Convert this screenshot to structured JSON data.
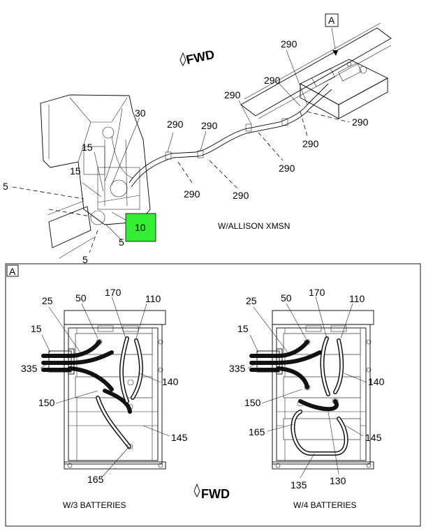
{
  "top": {
    "view_label": "A",
    "fwd": "FWD",
    "caption": "W/ALLISON XMSN",
    "callouts": [
      "290",
      "290",
      "290",
      "290",
      "290",
      "290",
      "290",
      "290",
      "290",
      "290",
      "30",
      "15",
      "15",
      "5",
      "5",
      "5",
      "10"
    ],
    "highlight_callout": "10",
    "highlight_color": "#33ee33"
  },
  "detail": {
    "view_label": "A",
    "fwd": "FWD",
    "left": {
      "caption": "W/3 BATTERIES",
      "callouts": [
        "25",
        "50",
        "170",
        "110",
        "15",
        "335",
        "140",
        "150",
        "145",
        "165"
      ]
    },
    "right": {
      "caption": "W/4 BATTERIES",
      "callouts": [
        "25",
        "50",
        "170",
        "110",
        "15",
        "335",
        "140",
        "150",
        "165",
        "145",
        "135",
        "130"
      ]
    }
  }
}
